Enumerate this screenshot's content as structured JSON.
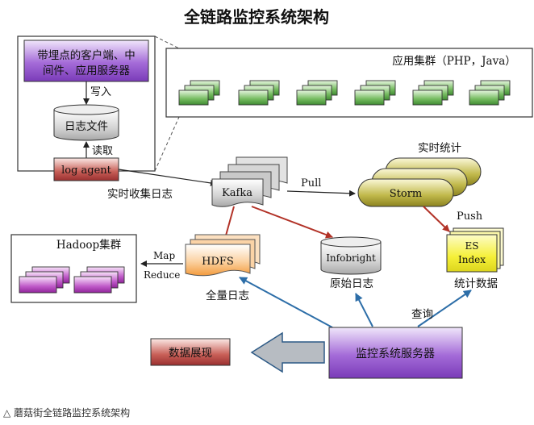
{
  "title": "全链路监控系统架构",
  "instrumented": {
    "line1": "带埋点的客户端、中",
    "line2": "间件、应用服务器"
  },
  "write_label": "写入",
  "log_file": "日志文件",
  "read_label": "读取",
  "log_agent": "log agent",
  "app_cluster": "应用集群（PHP，Java）",
  "realtime_collect": "实时收集日志",
  "kafka": "Kafka",
  "pull": "Pull",
  "realtime_stats": "实时统计",
  "storm": "Storm",
  "push": "Push",
  "es_index": {
    "line1": "ES",
    "line2": "Index"
  },
  "stats_data": "统计数据",
  "hadoop_cluster": "Hadoop集群",
  "map": "Map",
  "reduce": "Reduce",
  "hdfs": "HDFS",
  "full_log": "全量日志",
  "infobright": "Infobright",
  "raw_log": "原始日志",
  "query": "查询",
  "data_display": "数据展现",
  "monitor_server": "监控系统服务器",
  "caption": "蘑菇街全链路监控系统架构",
  "colors": {
    "purple": "#7a3bb8",
    "green": "#4f9a40",
    "maroon": "#a53a3a",
    "gray": "#c9c9c9",
    "olive": "#9b9125",
    "yellow": "#f2f02e",
    "orange": "#f5a24a",
    "magenta": "#a52fb0",
    "blue_arrow": "#2d6ea8",
    "red_arrow": "#b23227"
  }
}
